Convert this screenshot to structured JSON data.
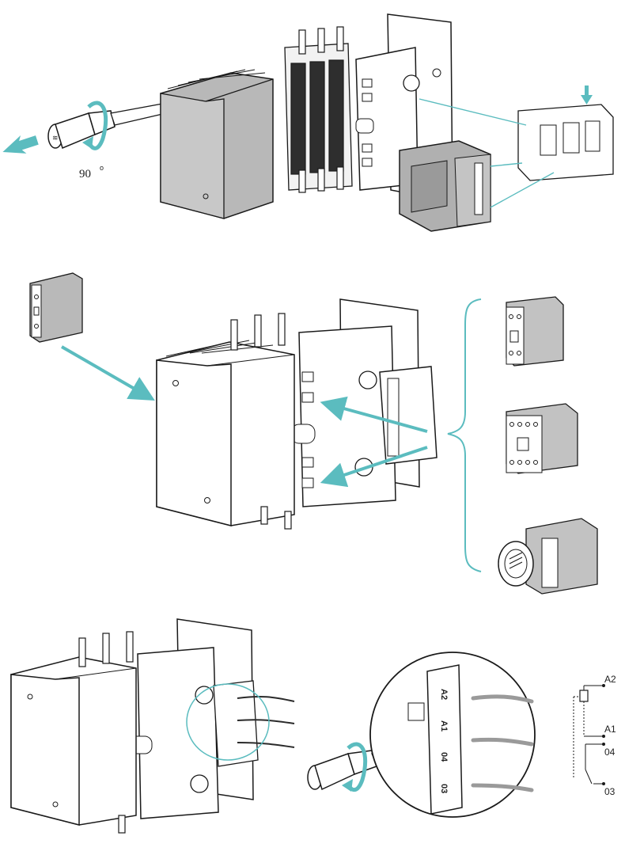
{
  "figure": {
    "panel_top": {
      "rotation_label": "90"
    },
    "wiring_symbol": {
      "terminal_a2": "A2",
      "terminal_a1": "A1",
      "terminal_04": "04",
      "terminal_03": "03"
    },
    "terminal_block_marks": [
      "A2",
      "A1",
      "04",
      "03"
    ]
  },
  "colors": {
    "accent": "#5bbcbf",
    "line": "#1a1a1a",
    "fill_grey": "#bdbdbd",
    "fill_dark": "#8c8c8c"
  }
}
